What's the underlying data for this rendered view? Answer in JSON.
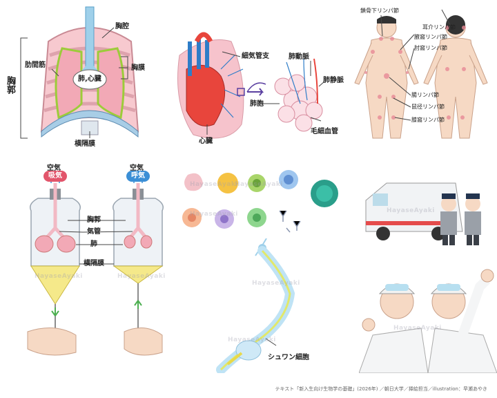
{
  "colors": {
    "lung_pink": "#f4b9c4",
    "blood_red": "#e8453c",
    "vein_blue": "#2e7dc8",
    "accent_red": "#e2556b",
    "accent_blue": "#3b8fd6",
    "skin": "#f6d9c4"
  },
  "panel_thorax": {
    "labels": {
      "thoracic_cavity": "胸腔",
      "intercostal": "肋間筋",
      "pleura": "胸膜",
      "lungs_heart": "肺,心臓",
      "diaphragm": "横隔膜",
      "thorax": "胸郭"
    }
  },
  "panel_heart_lung": {
    "labels": {
      "bronchiole": "細気管支",
      "heart": "心臓",
      "pulmonary_artery": "肺動脈",
      "pulmonary_vein": "肺静脈",
      "alveolus": "肺胞",
      "capillary": "毛細血管"
    }
  },
  "panel_lymph": {
    "labels": {
      "supraclavicular": "鎖骨下リンパ節",
      "auricular": "耳介リンパ節",
      "axillary": "腋窩リンパ節",
      "cubital": "肘窩リンパ節",
      "intestinal": "腸リンパ節",
      "inguinal": "鼠径リンパ節",
      "popliteal": "膝窩リンパ節"
    }
  },
  "panel_breathing": {
    "inhale": {
      "title": "吸気",
      "air": "空気"
    },
    "exhale": {
      "title": "呼気",
      "air": "空気"
    },
    "labels": {
      "thorax": "胸郭",
      "trachea": "気管",
      "lung": "肺",
      "diaphragm": "横隔膜"
    }
  },
  "panel_neuron": {
    "labels": {
      "schwann": "シュワン細胞"
    }
  },
  "watermark": "HayaseAyaki",
  "credit": "テキスト「新入生向け生物学の基礎」(2026年) ／朝日大学／挿絵担当／illustration：早瀬あやき"
}
